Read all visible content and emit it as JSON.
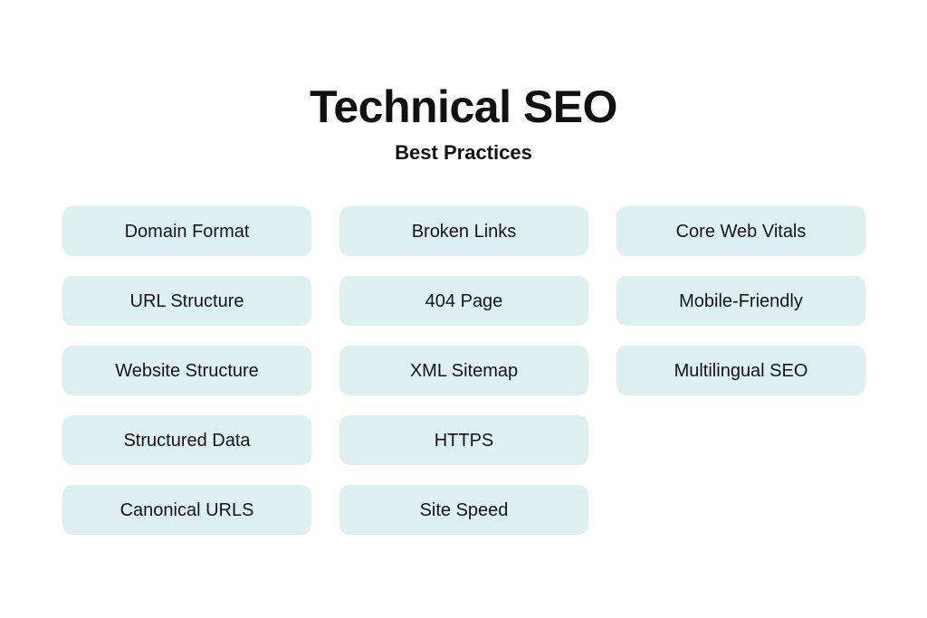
{
  "header": {
    "title": "Technical SEO",
    "subtitle": "Best Practices"
  },
  "theme": {
    "background": "#ffffff",
    "card_background": "#ddeff1",
    "text_color": "#151515",
    "title_color": "#111111"
  },
  "columns": [
    {
      "name": "column-1",
      "cards": [
        {
          "label": "Domain Format"
        },
        {
          "label": "URL Structure"
        },
        {
          "label": "Website Structure"
        },
        {
          "label": "Structured Data"
        },
        {
          "label": "Canonical URLS"
        }
      ]
    },
    {
      "name": "column-2",
      "cards": [
        {
          "label": "Broken Links"
        },
        {
          "label": "404 Page"
        },
        {
          "label": "XML Sitemap"
        },
        {
          "label": "HTTPS"
        },
        {
          "label": "Site Speed"
        }
      ]
    },
    {
      "name": "column-3",
      "cards": [
        {
          "label": "Core Web Vitals"
        },
        {
          "label": "Mobile-Friendly"
        },
        {
          "label": "Multilingual SEO"
        }
      ]
    }
  ]
}
